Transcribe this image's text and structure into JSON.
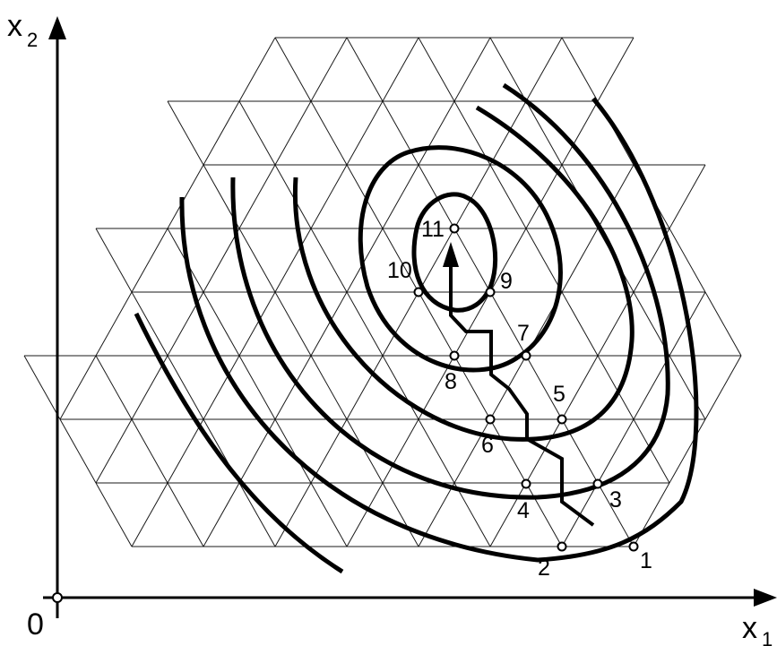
{
  "axes": {
    "x_label": "x",
    "x_subscript": "1",
    "y_label": "x",
    "y_subscript": "2",
    "origin_label": "0"
  },
  "points": [
    {
      "label": "1"
    },
    {
      "label": "2"
    },
    {
      "label": "3"
    },
    {
      "label": "4"
    },
    {
      "label": "5"
    },
    {
      "label": "6"
    },
    {
      "label": "7"
    },
    {
      "label": "8"
    },
    {
      "label": "9"
    },
    {
      "label": "10"
    },
    {
      "label": "11"
    }
  ],
  "colors": {
    "ink": "#000000",
    "background": "#ffffff"
  }
}
